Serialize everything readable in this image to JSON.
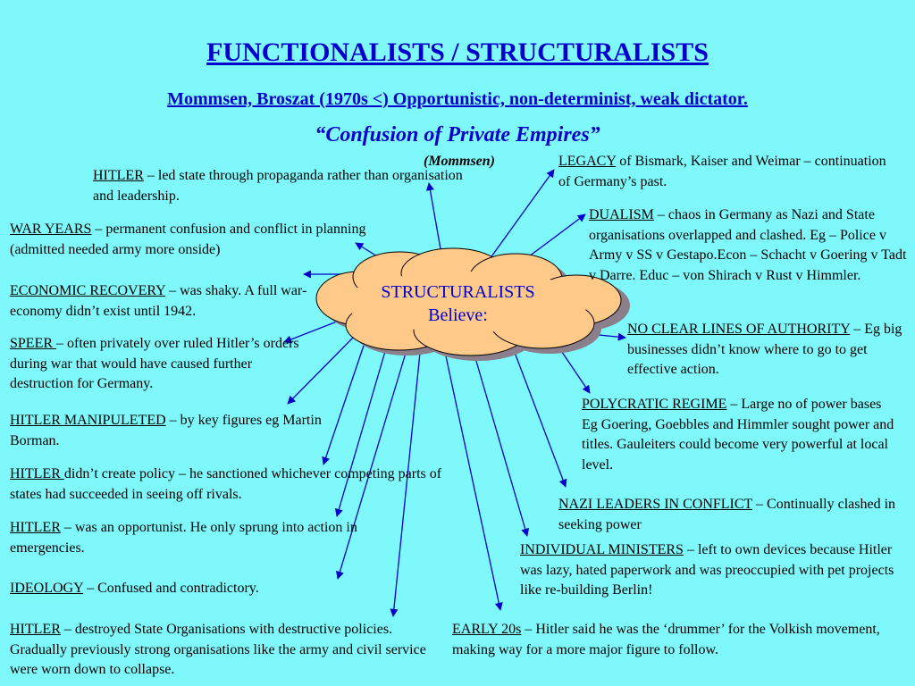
{
  "slide": {
    "title": "FUNCTIONALISTS / STRUCTURALISTS",
    "subtitle": "Mommsen, Broszat (1970s <) Opportunistic, non-determinist, weak dictator.",
    "quote": "“Confusion of Private Empires”",
    "attribution": "(Mommsen)",
    "center": "STRUCTURALISTS Believe:"
  },
  "colors": {
    "background": "#7ff8fb",
    "heading": "#0000cc",
    "cloud": "#ffc98a",
    "cloud_shadow": "#8a7f8a",
    "arrow": "#0000cc"
  },
  "left": [
    {
      "key": "HITLER",
      "rest": " – led state through propaganda rather than organisation and leadership."
    },
    {
      "key": "WAR YEARS",
      "rest": " – permanent confusion and conflict in planning (admitted needed army more onside)"
    },
    {
      "key": "ECONOMIC RECOVERY",
      "rest": " – was shaky. A full war-economy didn’t exist until 1942."
    },
    {
      "key": "SPEER ",
      "rest": "– often privately over ruled Hitler’s orders during war that would have caused further destruction for Germany."
    },
    {
      "key": "HITLER MANIPULETED",
      "rest": " – by key figures eg Martin Borman."
    },
    {
      "key": "HITLER ",
      "rest": "didn’t create policy – he sanctioned whichever competing parts of states had succeeded in seeing off rivals."
    },
    {
      "key": "HITLER",
      "rest": " – was an opportunist. He only sprung into action in emergencies."
    },
    {
      "key": "IDEOLOGY",
      "rest": " – Confused and contradictory."
    },
    {
      "key": "HITLER",
      "rest": " – destroyed State Organisations with destructive policies. Gradually previously strong organisations like the army and civil service were worn down to collapse."
    }
  ],
  "right": [
    {
      "key": "LEGACY",
      "rest": " of Bismark, Kaiser and Weimar – continuation of Germany’s past."
    },
    {
      "key": "DUALISM",
      "rest": " – chaos in Germany as Nazi and State organisations overlapped and clashed. Eg – Police v Army v SS v Gestapo.Econ – Schacht v Goering v Tadt v Darre. Educ – von Shirach v Rust v Himmler."
    },
    {
      "key": "NO CLEAR LINES OF AUTHORITY",
      "rest": " – Eg big businesses didn’t know where to go to get effective action."
    },
    {
      "key": "POLYCRATIC REGIME",
      "rest": " – Large no of power bases Eg Goering, Goebbles and Himmler sought power and titles. Gauleiters could become very powerful at local level."
    },
    {
      "key": "NAZI LEADERS IN CONFLICT",
      "rest": " – Continually clashed in seeking power"
    },
    {
      "key": "INDIVIDUAL MINISTERS",
      "rest": " – left to own devices because Hitler was lazy, hated paperwork and was preoccupied with pet projects like re-building Berlin!"
    },
    {
      "key": "EARLY 20s",
      "rest": " – Hitler said he was the ‘drummer’ for the Volkish movement, making way for a more major figure to follow."
    }
  ]
}
